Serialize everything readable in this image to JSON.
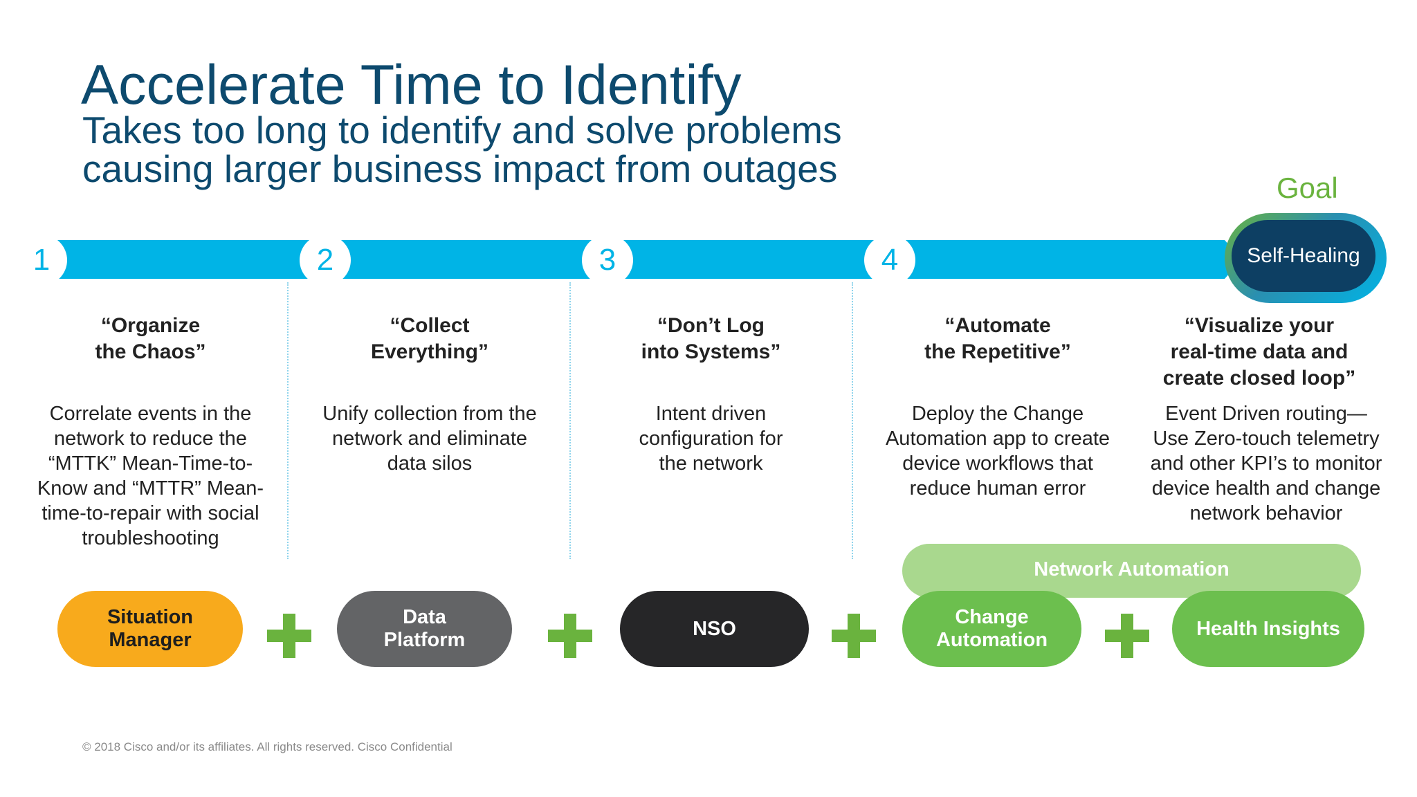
{
  "title": "Accelerate Time to Identify",
  "subtitle": [
    "Takes too long to identify and solve problems",
    "causing larger business impact from outages"
  ],
  "goal_label": "Goal",
  "goal_pill": "Self-Healing",
  "steps": [
    {
      "number": "1",
      "heading": [
        "“Organize",
        "the Chaos”"
      ],
      "body": [
        "Correlate events in the",
        "network to reduce the",
        "“MTTK” Mean-Time-to-",
        "Know and “MTTR” Mean-",
        "time-to-repair with social",
        "troubleshooting"
      ],
      "product": [
        "Situation",
        "Manager"
      ]
    },
    {
      "number": "2",
      "heading": [
        "“Collect",
        "Everything”"
      ],
      "body": [
        "Unify collection from the",
        "network and eliminate",
        "data silos"
      ],
      "product": [
        "Data",
        "Platform"
      ]
    },
    {
      "number": "3",
      "heading": [
        "“Don’t Log",
        "into Systems”"
      ],
      "body": [
        "Intent driven",
        "configuration for",
        "the network"
      ],
      "product": [
        "NSO"
      ]
    },
    {
      "number": "4",
      "heading": [
        "“Automate",
        "the Repetitive”"
      ],
      "body": [
        "Deploy the Change",
        "Automation app to create",
        "device workflows that",
        "reduce human error"
      ],
      "product": [
        "Change",
        "Automation"
      ]
    },
    {
      "number": "",
      "heading": [
        "“Visualize your",
        "real-time data and",
        "create closed loop”"
      ],
      "body": [
        "Event Driven routing—",
        "Use Zero-touch telemetry",
        "and other KPI’s to monitor",
        "device health and change",
        "network behavior"
      ],
      "product": [
        "Health Insights"
      ]
    }
  ],
  "group_label": "Network Automation",
  "colors": {
    "title": "#0d4a6e",
    "bar": "#00b4e6",
    "goal": "#6ab33e",
    "situation_manager": "#f8aa1c",
    "data_platform": "#636466",
    "nso": "#262628",
    "automation_green": "#6cbf4e",
    "network_automation": "#a9d88e"
  },
  "footer": "© 2018  Cisco and/or its affiliates. All rights reserved.   Cisco Confidential"
}
